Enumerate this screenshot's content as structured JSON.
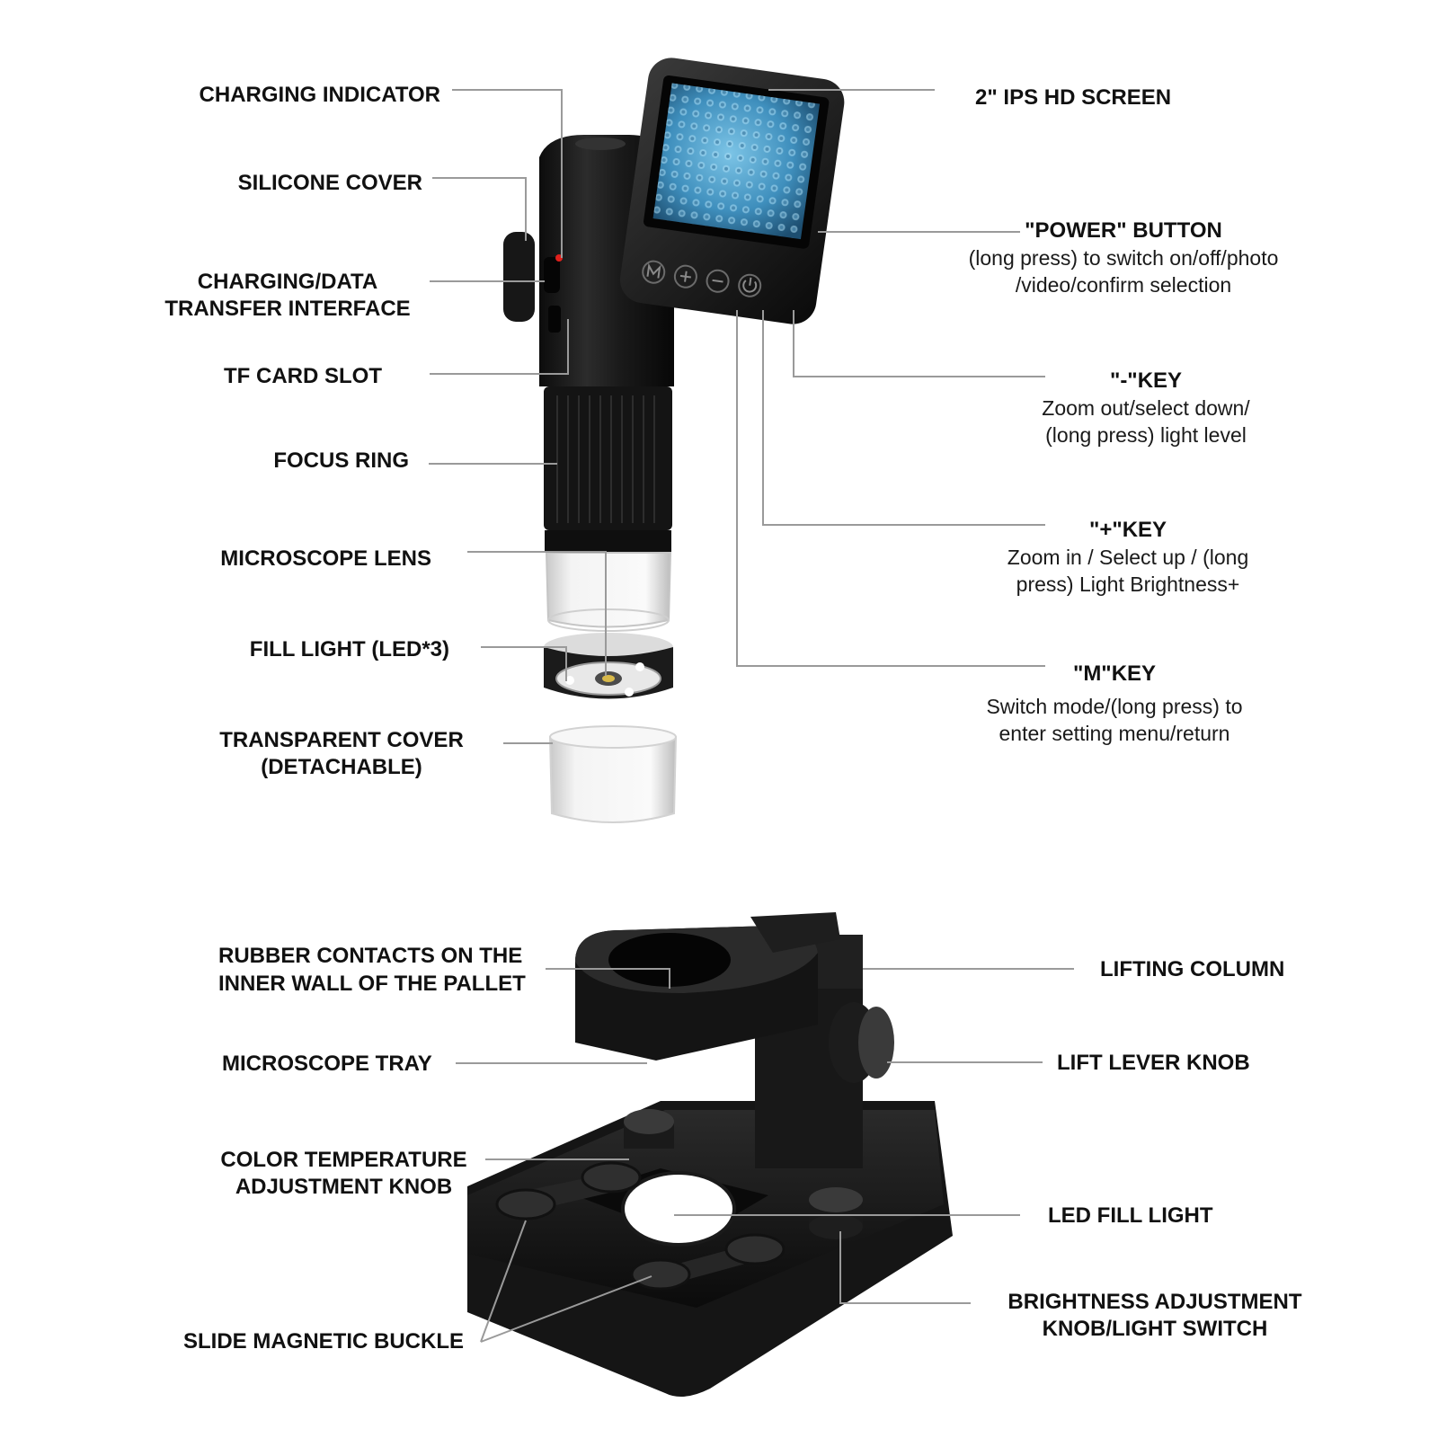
{
  "colors": {
    "leader": "#9a9a9a",
    "body": "#161616",
    "screen": "#4a9cc8",
    "accent": "#e0201c"
  },
  "labels": {
    "charging_indicator": "CHARGING INDICATOR",
    "silicone_cover": "SILICONE COVER",
    "charging_data_1": "CHARGING/DATA",
    "charging_data_2": "TRANSFER INTERFACE",
    "tf_card_slot": "TF CARD SLOT",
    "focus_ring": "FOCUS RING",
    "microscope_lens": "MICROSCOPE LENS",
    "fill_light": "FILL LIGHT (LED*3)",
    "transparent_cover_1": "TRANSPARENT COVER",
    "transparent_cover_2": "(DETACHABLE)",
    "screen": "2\" IPS HD SCREEN",
    "power_title": "\"POWER\" BUTTON",
    "power_desc_1": "(long press) to switch on/off/photo",
    "power_desc_2": "/video/confirm selection",
    "minus_title": "\"-\"KEY",
    "minus_desc_1": "Zoom out/select down/",
    "minus_desc_2": "(long press) light level",
    "plus_title": "\"+\"KEY",
    "plus_desc_1": "Zoom in / Select up / (long",
    "plus_desc_2": "press) Light Brightness+",
    "m_title": "\"M\"KEY",
    "m_desc_1": "Switch mode/(long press) to",
    "m_desc_2": "enter setting menu/return",
    "rubber_1": "RUBBER CONTACTS ON THE",
    "rubber_2": "INNER WALL OF THE PALLET",
    "tray": "MICROSCOPE TRAY",
    "color_temp_1": "COLOR TEMPERATURE",
    "color_temp_2": "ADJUSTMENT KNOB",
    "slide_buckle": "SLIDE MAGNETIC BUCKLE",
    "lifting_column": "LIFTING COLUMN",
    "lift_knob": "LIFT LEVER KNOB",
    "led_fill": "LED FILL LIGHT",
    "brightness_1": "BRIGHTNESS ADJUSTMENT",
    "brightness_2": "KNOB/LIGHT SWITCH"
  }
}
